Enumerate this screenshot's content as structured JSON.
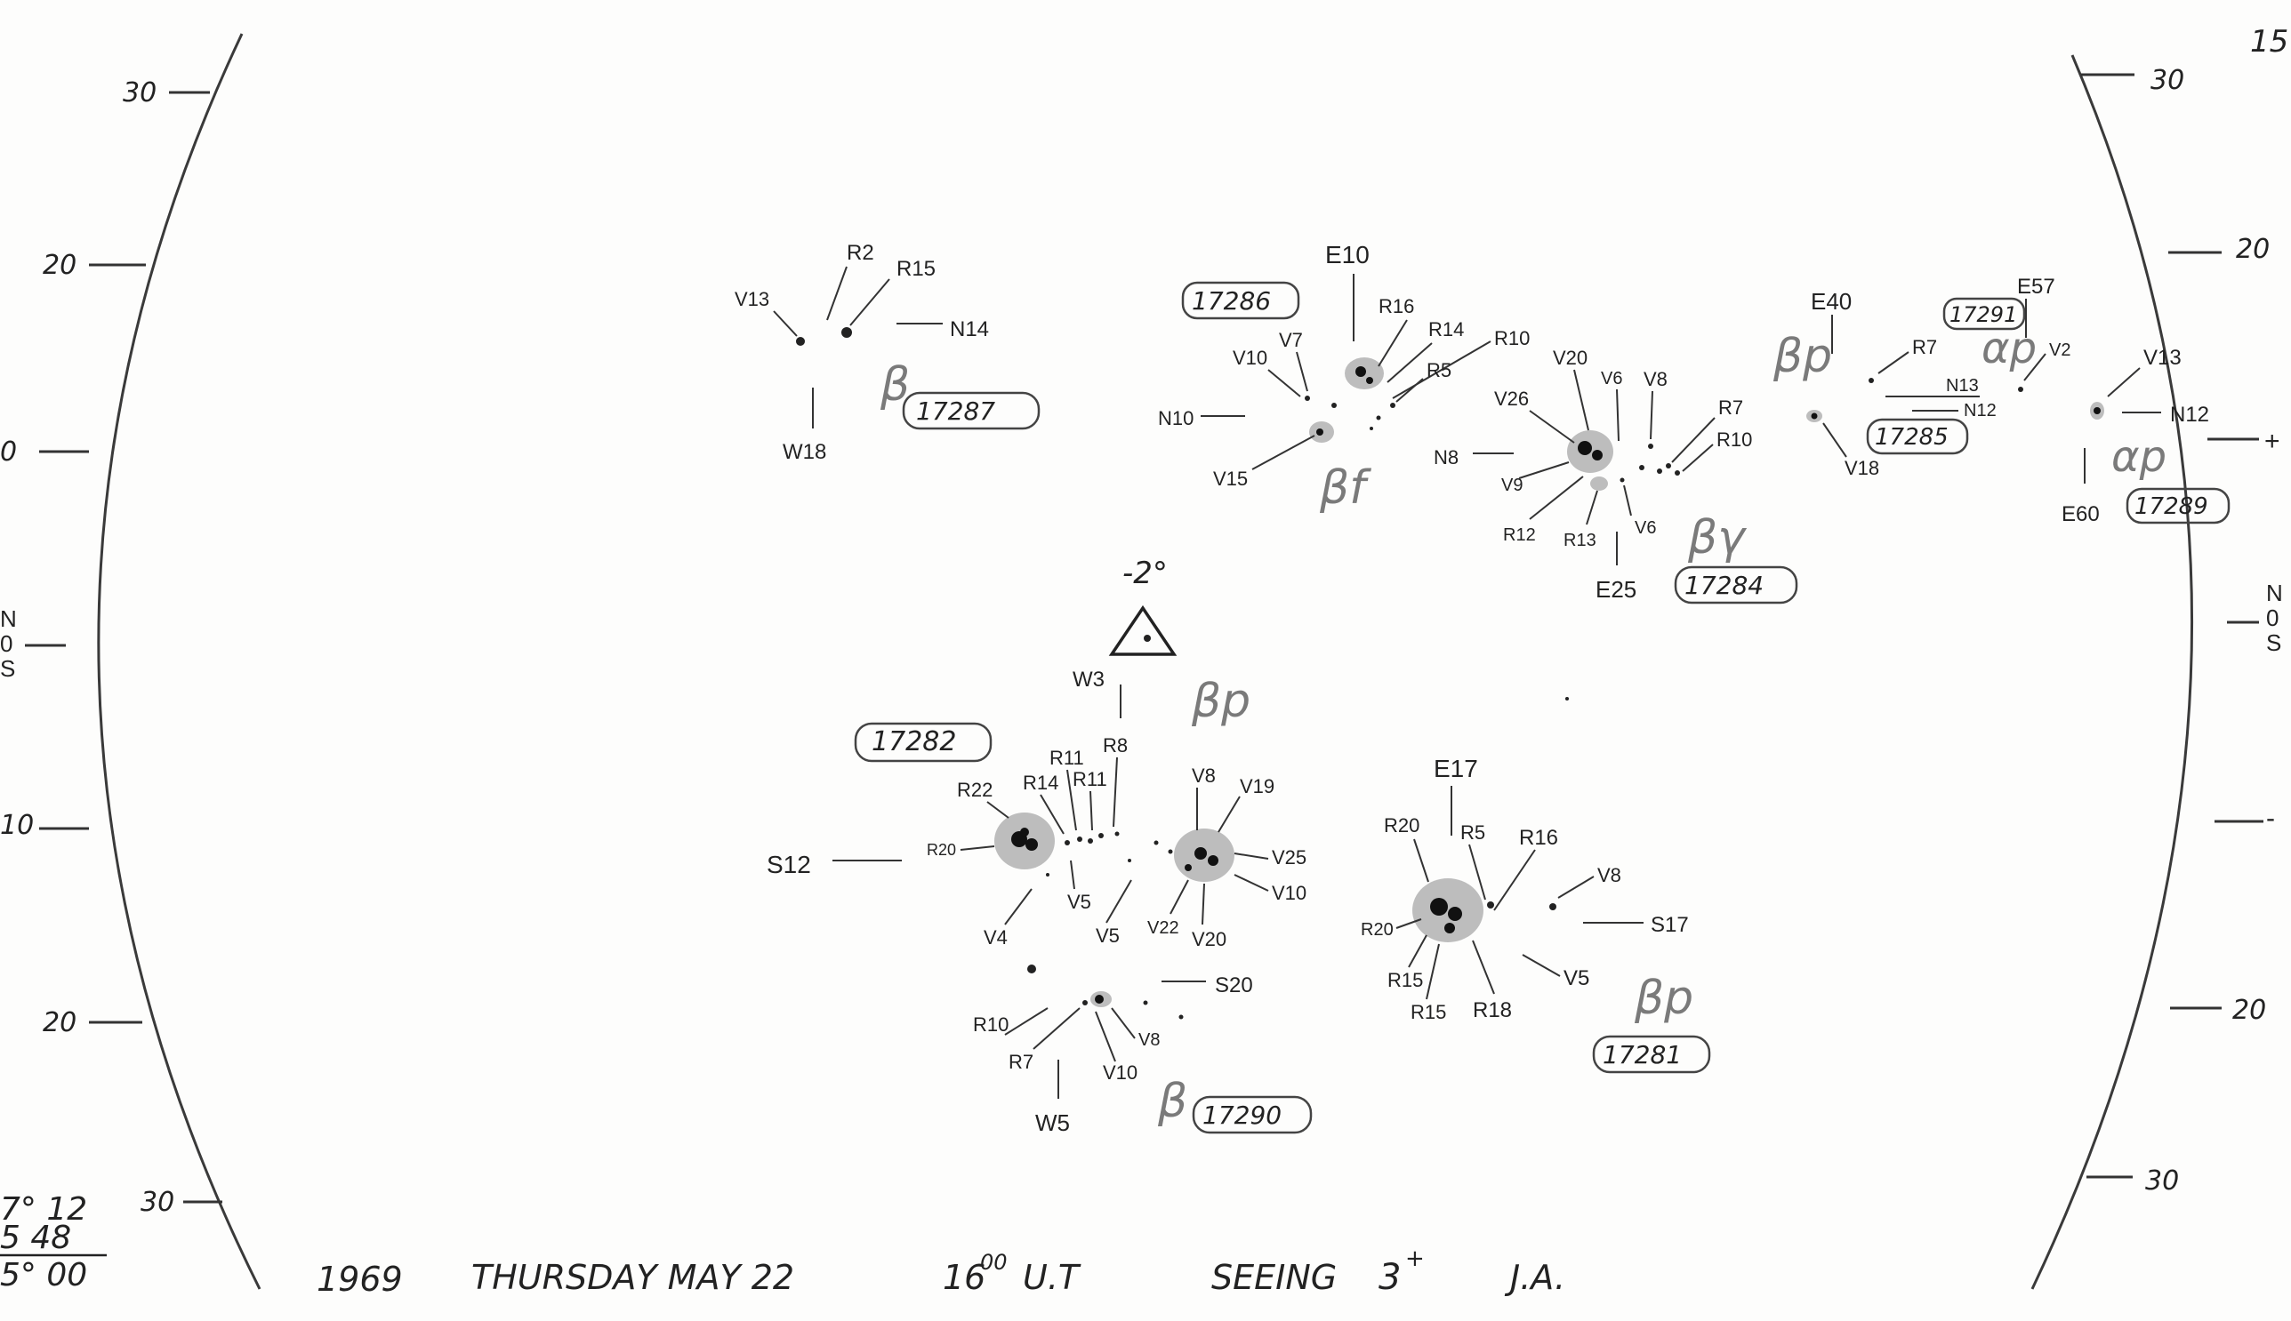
{
  "page_number": "15",
  "footer": {
    "year": "1969",
    "day_date": "THURSDAY MAY 22",
    "time": "16",
    "time_sup": "00",
    "time_unit": "U.T",
    "seeing_label": "SEEING",
    "seeing_value": "3",
    "seeing_sup": "+",
    "observer": "J.A."
  },
  "corner_calc": {
    "line1": "7° 12",
    "line2": "5  48",
    "line3": "5° 00"
  },
  "left_scale": [
    "30",
    "20",
    "0",
    "10",
    "20",
    "30"
  ],
  "left_ns": [
    "N",
    "0",
    "S"
  ],
  "right_scale": [
    "30",
    "20",
    "+",
    "-",
    "20",
    "30"
  ],
  "right_ns": [
    "N",
    "0",
    "S"
  ],
  "pole_angle": "-2°",
  "regions": [
    {
      "id": "17287",
      "type": "β",
      "labels": [
        "V13",
        "R2",
        "R15",
        "N14",
        "W18"
      ]
    },
    {
      "id": "17286",
      "type": "βf",
      "labels": [
        "E10",
        "R16",
        "R14",
        "R10",
        "R5",
        "V7",
        "V10",
        "N10",
        "V15"
      ]
    },
    {
      "id": "17284",
      "type": "βγ",
      "labels": [
        "V20",
        "V6",
        "V8",
        "V26",
        "R7",
        "R10",
        "N8",
        "V9",
        "R12",
        "R13",
        "V6",
        "E25"
      ]
    },
    {
      "id": "17285",
      "type": "βp",
      "labels": [
        "E40",
        "R7",
        "N13",
        "N12",
        "V18"
      ]
    },
    {
      "id": "17291",
      "type": "αp",
      "labels": [
        "E57",
        "V2"
      ]
    },
    {
      "id": "17289",
      "type": "αp",
      "labels": [
        "V13",
        "N12",
        "E60"
      ]
    },
    {
      "id": "17282",
      "type": "βp",
      "labels": [
        "W3",
        "R22",
        "R14",
        "R11",
        "R11",
        "R8",
        "S12",
        "R20",
        "V4",
        "V5",
        "V5",
        "V8",
        "V19",
        "V25",
        "V10",
        "V22",
        "V20"
      ]
    },
    {
      "id": "17281",
      "type": "βp",
      "labels": [
        "E17",
        "R20",
        "R5",
        "R16",
        "V8",
        "S17",
        "R20",
        "R15",
        "R15",
        "R18",
        "V5"
      ]
    },
    {
      "id": "17290",
      "type": "β",
      "labels": [
        "S20",
        "R10",
        "R7",
        "V8",
        "V10",
        "W5"
      ]
    }
  ]
}
